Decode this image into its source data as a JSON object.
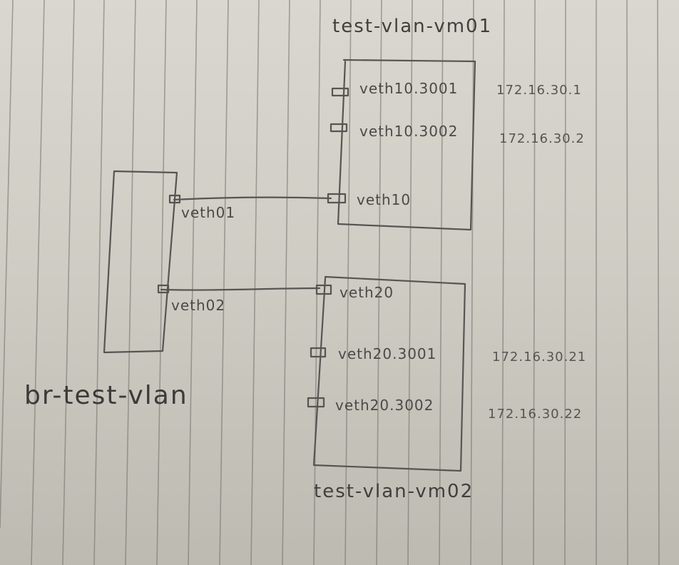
{
  "diagram": {
    "bridge": {
      "label": "br-test-vlan",
      "ports": [
        "veth01",
        "veth02"
      ]
    },
    "vm01": {
      "label": "test-vlan-vm01",
      "interfaces": [
        {
          "name": "veth10.3001",
          "ip": "172.16.30.1"
        },
        {
          "name": "veth10.3002",
          "ip": "172.16.30.2"
        },
        {
          "name": "veth10",
          "ip": ""
        }
      ]
    },
    "vm02": {
      "label": "test-vlan-vm02",
      "interfaces": [
        {
          "name": "veth20",
          "ip": ""
        },
        {
          "name": "veth20.3001",
          "ip": "172.16.30.21"
        },
        {
          "name": "veth20.3002",
          "ip": "172.16.30.22"
        }
      ]
    },
    "links": [
      {
        "from": "veth01",
        "to": "veth10"
      },
      {
        "from": "veth02",
        "to": "veth20"
      }
    ]
  }
}
